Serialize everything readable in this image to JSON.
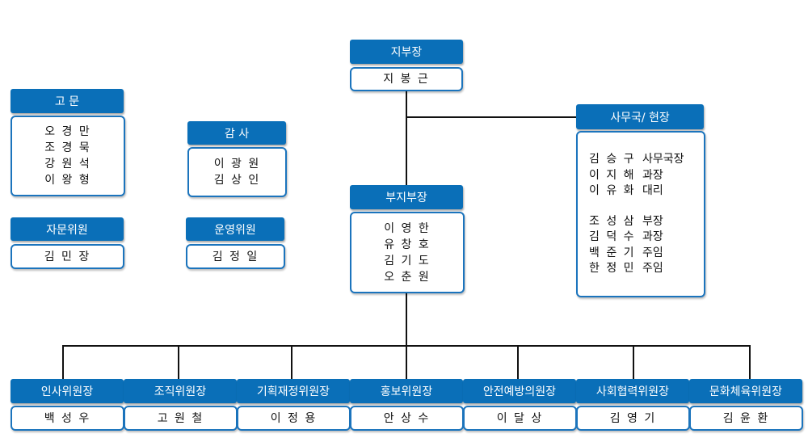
{
  "branch_head": {
    "title": "지부장",
    "names": [
      "지 봉 근"
    ]
  },
  "advisors": {
    "title": "고 문",
    "names": [
      "오 경 만",
      "조 경 묵",
      "강 원 석",
      "이 왕 형"
    ]
  },
  "auditors": {
    "title": "감 사",
    "names": [
      "이 광 원",
      "김 상 인"
    ]
  },
  "consulting": {
    "title": "자문위원",
    "names": [
      "김 민 장"
    ]
  },
  "operating": {
    "title": "운영위원",
    "names": [
      "김 정 일"
    ]
  },
  "vice_head": {
    "title": "부지부장",
    "names": [
      "이 영 한",
      "유 창 호",
      "김 기 도",
      "오 춘 원"
    ]
  },
  "secretariat": {
    "title": "사무국/ 현장",
    "staff": [
      {
        "name": "김 승 구",
        "role": "사무국장"
      },
      {
        "name": "이 지 해",
        "role": "과장"
      },
      {
        "name": "이 유 화",
        "role": "대리"
      },
      {
        "name": "조 성 삼",
        "role": "부장"
      },
      {
        "name": "김 덕 수",
        "role": "과장"
      },
      {
        "name": "백 준 기",
        "role": "주임"
      },
      {
        "name": "한 정 민",
        "role": "주임"
      }
    ]
  },
  "committees": [
    {
      "title": "인사위원장",
      "name": "백 성 우"
    },
    {
      "title": "조직위원장",
      "name": "고 원 철"
    },
    {
      "title": "기획재정위원장",
      "name": "이 정 용"
    },
    {
      "title": "홍보위원장",
      "name": "안 상 수"
    },
    {
      "title": "안전예방의원장",
      "name": "이 달 상"
    },
    {
      "title": "사회협력위원장",
      "name": "김 영 기"
    },
    {
      "title": "문화체육위원장",
      "name": "김 윤 환"
    }
  ]
}
